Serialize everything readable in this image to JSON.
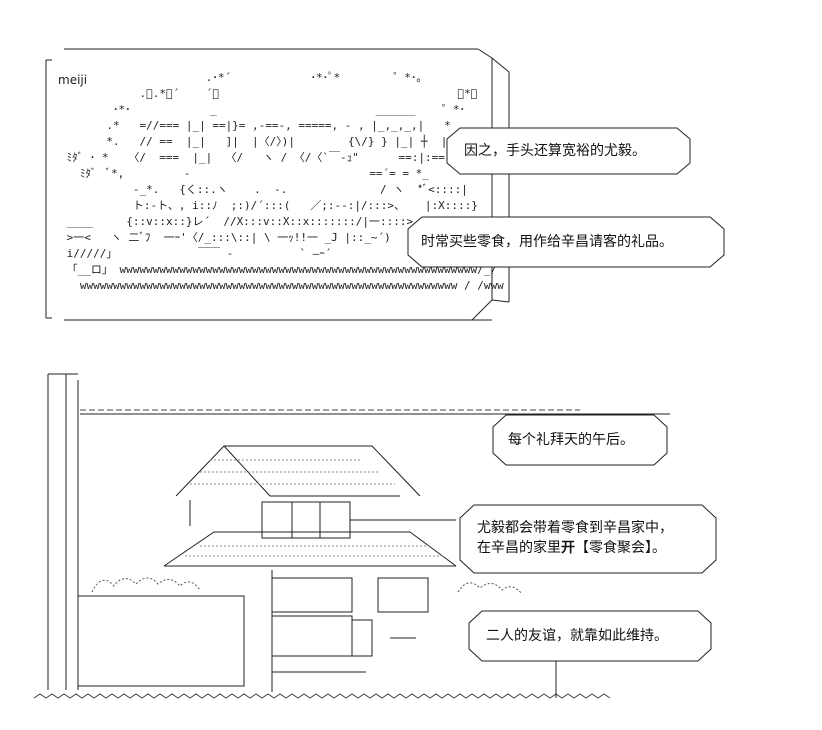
{
  "panel1": {
    "signature": "meiji",
    "captions": [
      "因之，手头还算宽裕的尤毅。",
      "时常买些零食，用作给辛昌请客的礼品。"
    ]
  },
  "panel2": {
    "captions": [
      "每个礼拜天的午后。",
      "尤毅都会带着零食到辛昌家中，",
      "在辛昌的家里",
      "开",
      "【零食聚会】。",
      "二人的友谊，就靠如此维持。"
    ]
  }
}
